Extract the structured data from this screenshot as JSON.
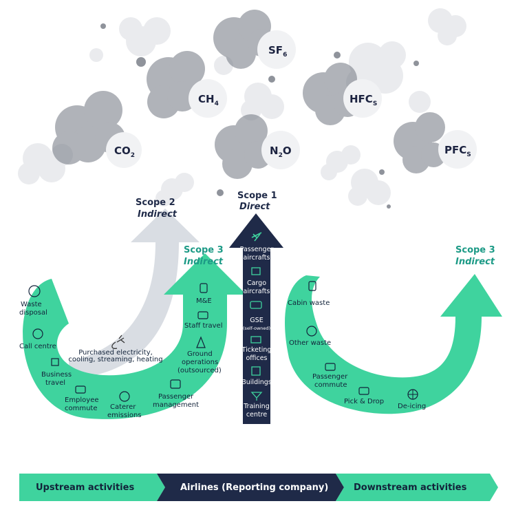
{
  "gases": [
    {
      "id": "co2",
      "base": "CO",
      "sub": "2"
    },
    {
      "id": "ch4",
      "base": "CH",
      "sub": "4"
    },
    {
      "id": "sf6",
      "base": "SF",
      "sub": "6"
    },
    {
      "id": "n2o",
      "base": "N",
      "sub": "2",
      "tail": "O"
    },
    {
      "id": "hfcs",
      "base": "HFC",
      "sub": "S"
    },
    {
      "id": "pfcs",
      "base": "PFC",
      "sub": "S"
    }
  ],
  "scopes": {
    "scope1": {
      "title": "Scope 1",
      "subtitle": "Direct"
    },
    "scope2": {
      "title": "Scope 2",
      "subtitle": "Indirect"
    },
    "scope3_left": {
      "title": "Scope 3",
      "subtitle": "Indirect"
    },
    "scope3_right": {
      "title": "Scope 3",
      "subtitle": "Indirect"
    }
  },
  "scope2_note": {
    "line1": "Purchased electricity,",
    "line2": "cooling, streaming, heating"
  },
  "upstream_items": [
    {
      "line1": "Waste",
      "line2": "disposal"
    },
    {
      "line1": "Call centre"
    },
    {
      "line1": "Business",
      "line2": "travel"
    },
    {
      "line1": "Employee",
      "line2": "commute"
    },
    {
      "line1": "Caterer",
      "line2": "emissions"
    },
    {
      "line1": "Passenger",
      "line2": "management"
    },
    {
      "line1": "Ground",
      "line2": "operations",
      "line3": "(outsourced)"
    },
    {
      "line1": "Staff travel"
    },
    {
      "line1": "M&E"
    }
  ],
  "direct_items": [
    {
      "line1": "Passenger",
      "line2": "aircrafts"
    },
    {
      "line1": "Cargo",
      "line2": "aircrafts"
    },
    {
      "line1": "GSE",
      "line2": "(self-owned)"
    },
    {
      "line1": "Ticketing",
      "line2": "offices"
    },
    {
      "line1": "Buildings"
    },
    {
      "line1": "Training",
      "line2": "centre"
    }
  ],
  "downstream_items": [
    {
      "line1": "Cabin waste"
    },
    {
      "line1": "Other waste"
    },
    {
      "line1": "Passenger",
      "line2": "commute"
    },
    {
      "line1": "Pick & Drop"
    },
    {
      "line1": "De-icing"
    }
  ],
  "bottom_bar": {
    "upstream": "Upstream activities",
    "company": "Airlines (Reporting company)",
    "downstream": "Downstream activities"
  },
  "colors": {
    "green": "#3fd39e",
    "navy": "#1f2a48",
    "grey_arrow": "#d9dde3",
    "cloud": "#8f939b",
    "teal_text": "#1c9a86"
  }
}
